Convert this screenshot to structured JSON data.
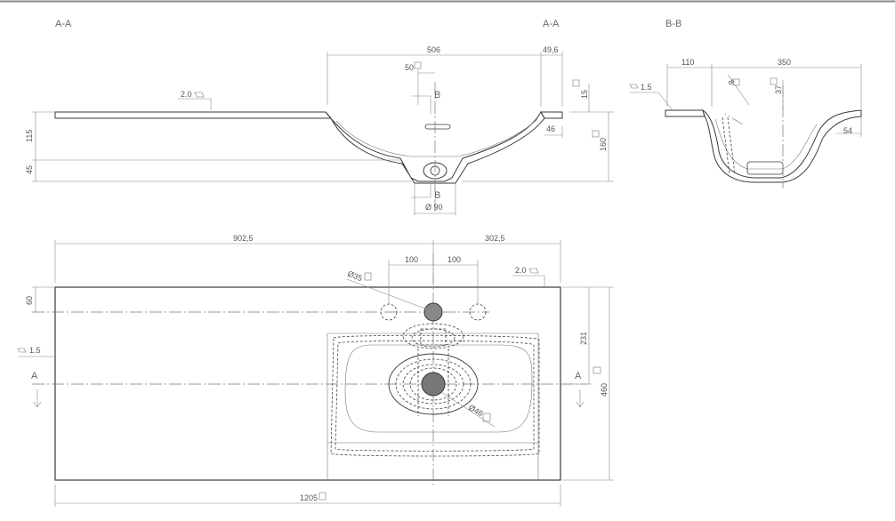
{
  "views": {
    "section_aa_left": "A-A",
    "section_aa_right": "A-A",
    "section_bb": "B-B"
  },
  "dimensions": {
    "bowl_width": "506",
    "edge_offset": "49,6",
    "overflow_offset": "50",
    "rim_height": "15",
    "front_depth": "46",
    "total_height": "160",
    "slab_height": "115",
    "drain_height": "45",
    "drain_diameter": "Ø 90",
    "surface_finish_a": "2.0",
    "bb_left": "110",
    "bb_width": "350",
    "bb_slope": "8",
    "bb_depth": "37",
    "bb_right": "54",
    "bb_thickness": "1.5",
    "left_length": "902,5",
    "right_length": "302,5",
    "tap_offset_left": "100",
    "tap_offset_right": "100",
    "tap_hole": "Ø35",
    "surface_finish_plan": "2.0",
    "tap_y": "60",
    "thickness_plan": "1.5",
    "drain_distance": "231",
    "total_depth": "460",
    "drain_outline": "Ø46",
    "total_length": "1205"
  },
  "markers": {
    "section_a": "A",
    "section_b": "B"
  },
  "colors": {
    "line": "#3a3a3a",
    "text": "#555555",
    "frame": "#888888"
  }
}
